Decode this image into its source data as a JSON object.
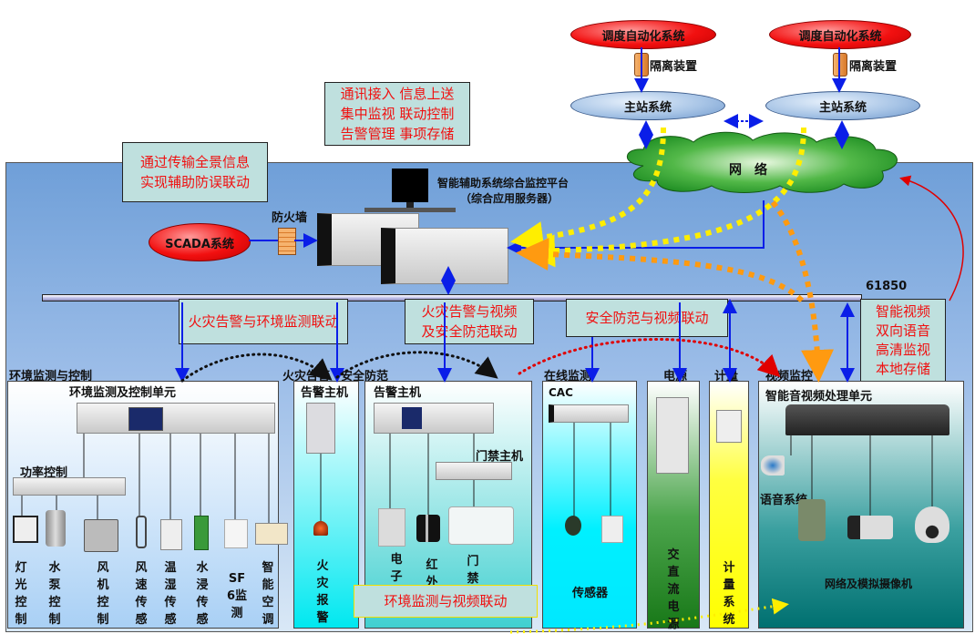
{
  "top": {
    "dispatch_left": "调度自动化系统",
    "dispatch_right": "调度自动化系统",
    "isolation_left": "隔离装置",
    "isolation_right": "隔离装置",
    "master_left": "主站系统",
    "master_right": "主站系统",
    "network": "网　络"
  },
  "notes": {
    "functions": [
      "通讯接入  信息上送",
      "集中监视  联动控制",
      "告警管理  事项存储"
    ],
    "anti_misop": [
      "通过传输全景信息",
      "实现辅助防误联动"
    ],
    "fire_env": "火灾告警与环境监测联动",
    "fire_video": [
      "火灾告警与视频",
      "及安全防范联动"
    ],
    "security_video": "安全防范与视频联动",
    "smart_video": [
      "智能视频",
      "双向语音",
      "高清监视",
      "本地存储"
    ],
    "env_video": "环境监测与视频联动"
  },
  "platform": {
    "title": "智能辅助系统综合监控平台",
    "subtitle": "（综合应用服务器）",
    "firewall": "防火墙",
    "scada": "SCADA系统",
    "protocol": "61850"
  },
  "sections": {
    "env": {
      "title": "环境监测与控制",
      "unit": "环境监测及控制单元",
      "power_ctrl": "功率控制",
      "items": [
        "灯光控制",
        "水泵控制",
        "风机控制",
        "风速传感",
        "温湿传感",
        "水浸传感",
        "SF6监测",
        "智能空调"
      ]
    },
    "fire": {
      "title": "火灾告警",
      "host": "告警主机",
      "item": "火灾报警"
    },
    "security": {
      "title": "安全防范",
      "host": "告警主机",
      "access_host": "门禁主机",
      "items": [
        "电子",
        "红外",
        "门禁"
      ]
    },
    "online": {
      "title": "在线监测",
      "cac": "CAC",
      "sensor": "传感器"
    },
    "power": {
      "title": "电源",
      "item": "交直流电源"
    },
    "metering": {
      "title": "计量",
      "item": "计量系统"
    },
    "video": {
      "title": "视频监控",
      "unit": "智能音视频处理单元",
      "voice": "语音系统",
      "cameras": "网络及模拟摄像机"
    }
  },
  "colors": {
    "note_text": "#f01010",
    "note_bg": "#bfe0de",
    "link_blue": "#0a1ee8",
    "yellow_flow": "#ffee00",
    "orange_flow": "#ff9a10",
    "red_flow": "#e00000"
  }
}
